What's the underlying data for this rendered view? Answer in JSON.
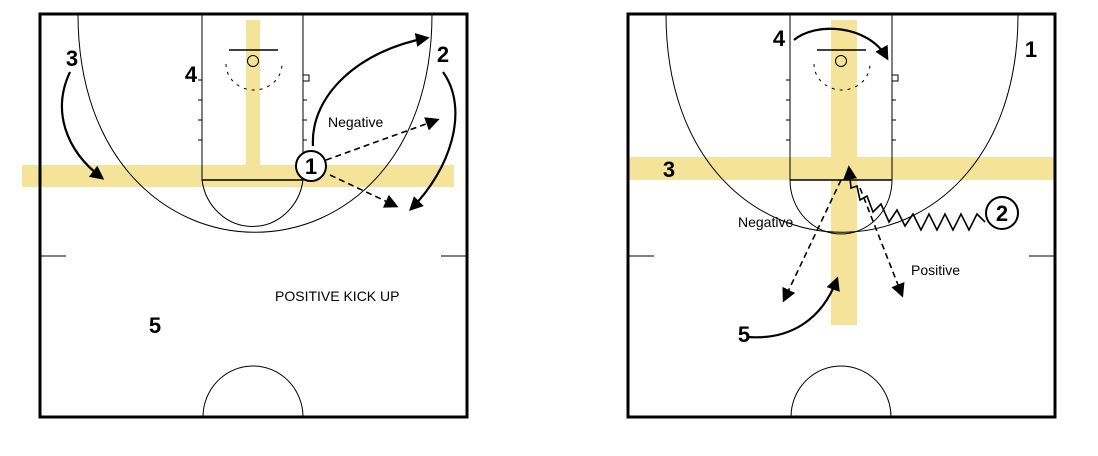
{
  "colors": {
    "court_line": "#000000",
    "highlight": "#f6e39a",
    "background": "#ffffff"
  },
  "left_diagram": {
    "players": {
      "p1": "1",
      "p2": "2",
      "p3": "3",
      "p4": "4",
      "p5": "5"
    },
    "labels": {
      "negative": "Negative"
    },
    "caption": "POSITIVE KICK UP"
  },
  "right_diagram": {
    "players": {
      "p1": "1",
      "p2": "2",
      "p3": "3",
      "p4": "4",
      "p5": "5"
    },
    "labels": {
      "negative": "Negative",
      "positive": "Positive"
    }
  }
}
